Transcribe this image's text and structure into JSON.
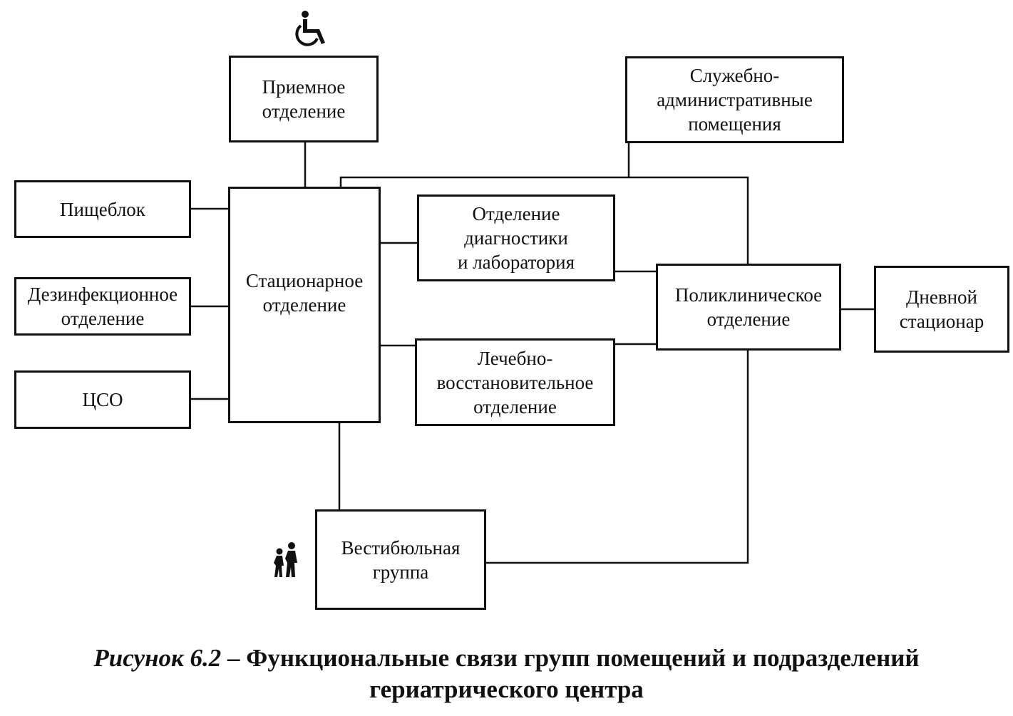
{
  "nodes": {
    "priemnoe": "Приемное\nотделение",
    "sluzhebno": "Служебно-\nадминистративные\nпомещения",
    "pischeblok": "Пищеблок",
    "dezinfekcionnoe": "Дезинфекционное\nотделение",
    "cso": "ЦСО",
    "stacionarnoe": "Стационарное\nотделение",
    "diagnostiki": "Отделение\nдиагностики\nи лаборатория",
    "lechebno": "Лечебно-\nвосстановительное\nотделение",
    "poliklinicheskoe": "Поликлиническое\nотделение",
    "dnevnoi": "Дневной\nстационар",
    "vestibulnaya": "Вестибюльная\nгруппа"
  },
  "icons": {
    "wheelchair": "wheelchair-icon",
    "pedestrians": "people-icon"
  },
  "caption": {
    "figure_label": "Рисунок 6.2",
    "text": " – Функциональные связи групп помещений и подразделений\nгериатрического центра"
  },
  "colors": {
    "line": "#111111",
    "background": "#ffffff"
  }
}
